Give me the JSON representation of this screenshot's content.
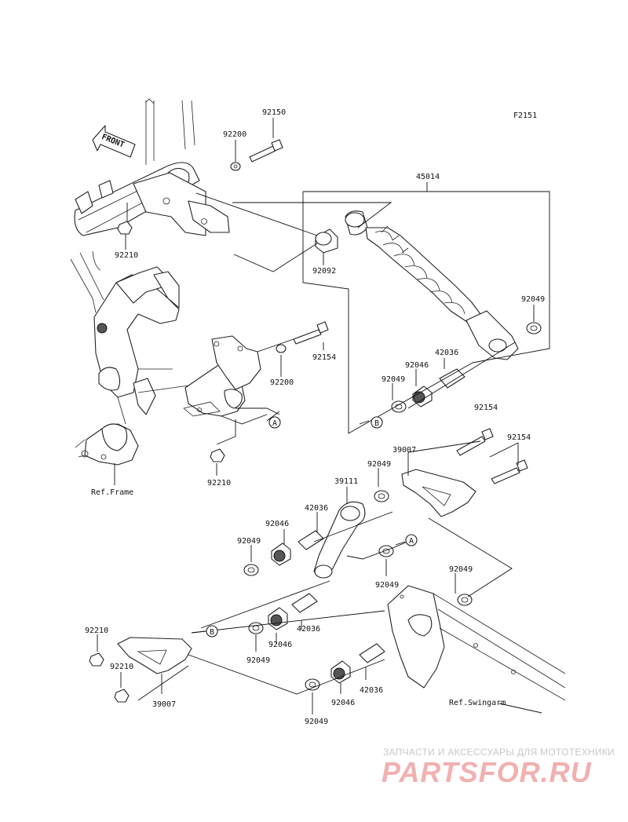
{
  "figure_code": "F2151",
  "front_marker": "FRONT",
  "ref_frame": "Ref.Frame",
  "ref_swingarm": "Ref.Swingarm",
  "callouts": [
    {
      "id": "c_92150",
      "text": "92150"
    },
    {
      "id": "c_92200_top",
      "text": "92200"
    },
    {
      "id": "c_45014",
      "text": "45014"
    },
    {
      "id": "c_92210_top",
      "text": "92210"
    },
    {
      "id": "c_92092",
      "text": "92092"
    },
    {
      "id": "c_92049_shock",
      "text": "92049"
    },
    {
      "id": "c_92154_mid",
      "text": "92154"
    },
    {
      "id": "c_92200_mid",
      "text": "92200"
    },
    {
      "id": "c_42036_shock",
      "text": "42036"
    },
    {
      "id": "c_92046_shock",
      "text": "92046"
    },
    {
      "id": "c_92049_shock2",
      "text": "92049"
    },
    {
      "id": "c_92210_mid",
      "text": "92210"
    },
    {
      "id": "c_92154_r1",
      "text": "92154"
    },
    {
      "id": "c_92154_r2",
      "text": "92154"
    },
    {
      "id": "c_39007_top",
      "text": "39007"
    },
    {
      "id": "c_39111",
      "text": "39111"
    },
    {
      "id": "c_92049_link1",
      "text": "92049"
    },
    {
      "id": "c_42036_link1",
      "text": "42036"
    },
    {
      "id": "c_92046_link1",
      "text": "92046"
    },
    {
      "id": "c_92049_link2",
      "text": "92049"
    },
    {
      "id": "c_92049_link3",
      "text": "92049"
    },
    {
      "id": "c_92049_swing",
      "text": "92049"
    },
    {
      "id": "c_92210_bl1",
      "text": "92210"
    },
    {
      "id": "c_92210_bl2",
      "text": "92210"
    },
    {
      "id": "c_92049_low1",
      "text": "92049"
    },
    {
      "id": "c_92046_low1",
      "text": "92046"
    },
    {
      "id": "c_42036_low1",
      "text": "42036"
    },
    {
      "id": "c_39007_bot",
      "text": "39007"
    },
    {
      "id": "c_42036_low2",
      "text": "42036"
    },
    {
      "id": "c_92046_low2",
      "text": "92046"
    },
    {
      "id": "c_92049_low2",
      "text": "92049"
    }
  ],
  "markers": {
    "a1": "A",
    "a2": "A",
    "b1": "B",
    "b2": "B"
  },
  "watermark": {
    "tagline": "ЗАПЧАСТИ И АКСЕССУАРЫ ДЛЯ МОТОТЕХНИКИ",
    "logo": "PARTSFOR.RU"
  }
}
